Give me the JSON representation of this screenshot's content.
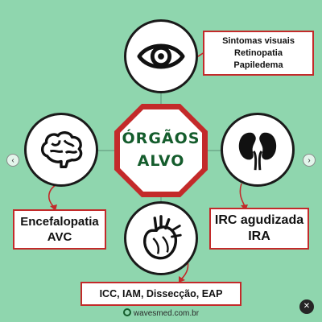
{
  "center": {
    "line1": "ÓRGÃOS",
    "line2": "ALVO"
  },
  "boxes": {
    "eye": [
      "Sintomas visuais",
      "Retinopatia",
      "Papiledema"
    ],
    "brain": [
      "Encefalopatia",
      "AVC"
    ],
    "kidney": [
      "IRC agudizada",
      "IRA"
    ],
    "heart": [
      "ICC, IAM, Dissecção, EAP"
    ]
  },
  "icons": {
    "eye": "eye-icon",
    "brain": "brain-icon",
    "kidney": "kidneys-icon",
    "heart": "heart-icon",
    "octagon": "stop-sign-octagon"
  },
  "footer": {
    "brand": "wavesmed.com.br"
  },
  "colors": {
    "background": "#8fd6ae",
    "accent_red": "#c32a2a",
    "text_green": "#145c2c",
    "outline": "#1a1a1a"
  }
}
